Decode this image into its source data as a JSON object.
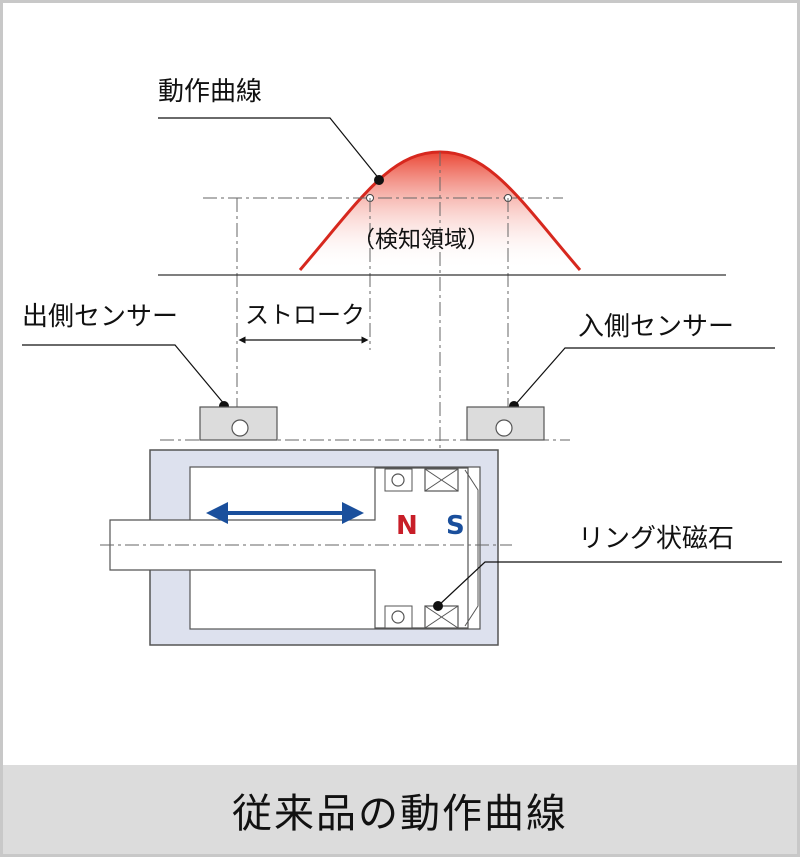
{
  "labels": {
    "curve": "動作曲線",
    "detection_zone": "（検知領域）",
    "stroke": "ストローク",
    "out_sensor": "出側センサー",
    "in_sensor": "入側センサー",
    "ring_magnet": "リング状磁石",
    "pole_n": "N",
    "pole_s": "S"
  },
  "caption": "従来品の動作曲線",
  "colors": {
    "curve": "#d7281e",
    "arrow": "#1a4f9c",
    "pole_n": "#c81e28",
    "pole_s": "#1a4f9c",
    "cylinder": "#dde1ee",
    "sensor": "#dcdcdc",
    "caption_bg": "#dcdcdc"
  }
}
